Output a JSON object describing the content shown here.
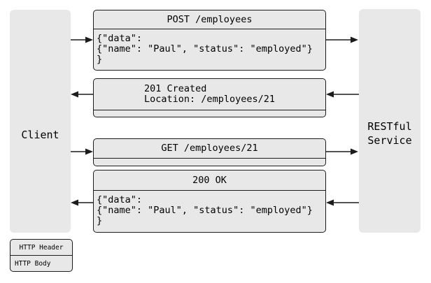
{
  "diagram": {
    "client": {
      "label": "Client"
    },
    "service": {
      "label": "RESTful\nService"
    },
    "messages": [
      {
        "title": "POST /employees",
        "body": "{\"data\":\n{\"name\": \"Paul\", \"status\": \"employed\"}\n}",
        "direction": "client-to-service"
      },
      {
        "title": "201 Created\nLocation: /employees/21",
        "body": "",
        "direction": "service-to-client"
      },
      {
        "title": "GET /employees/21",
        "body": "",
        "direction": "client-to-service"
      },
      {
        "title": "200 OK",
        "body": "{\"data\":\n{\"name\": \"Paul\", \"status\": \"employed\"}\n}",
        "direction": "service-to-client"
      }
    ],
    "legend": {
      "header_label": "HTTP Header",
      "body_label": "HTTP Body"
    },
    "colors": {
      "box_fill": "#e8e8e8",
      "line": "#1c1c1c",
      "background": "#ffffff",
      "text": "#000000"
    }
  }
}
